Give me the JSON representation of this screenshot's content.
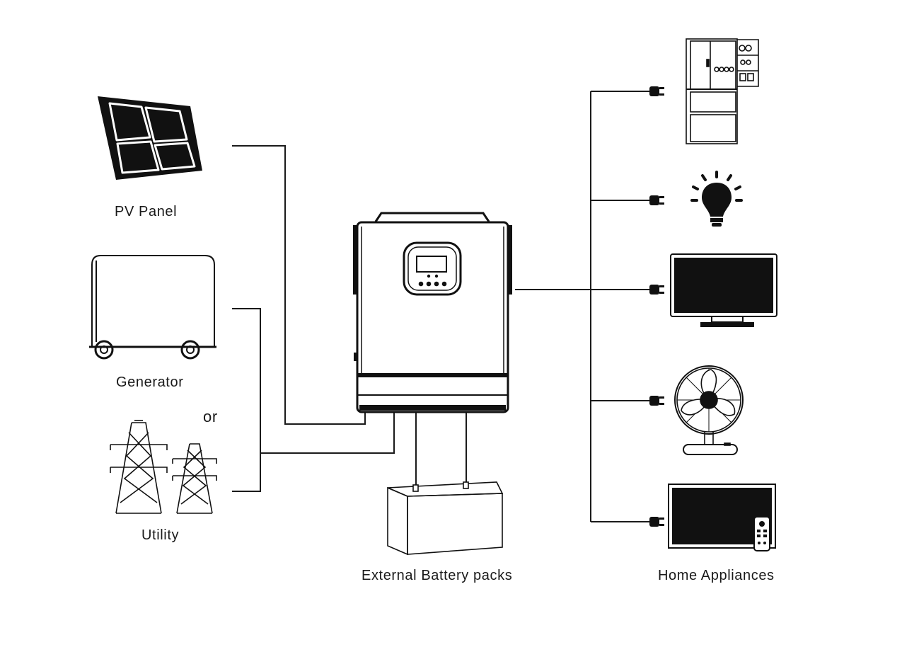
{
  "labels": {
    "pv_panel": "PV Panel",
    "generator": "Generator",
    "or": "or",
    "utility": "Utility",
    "battery": "External Battery packs",
    "appliances": "Home Appliances"
  },
  "colors": {
    "ink": "#111111",
    "line": "#1a1a1a",
    "background": "#ffffff"
  }
}
